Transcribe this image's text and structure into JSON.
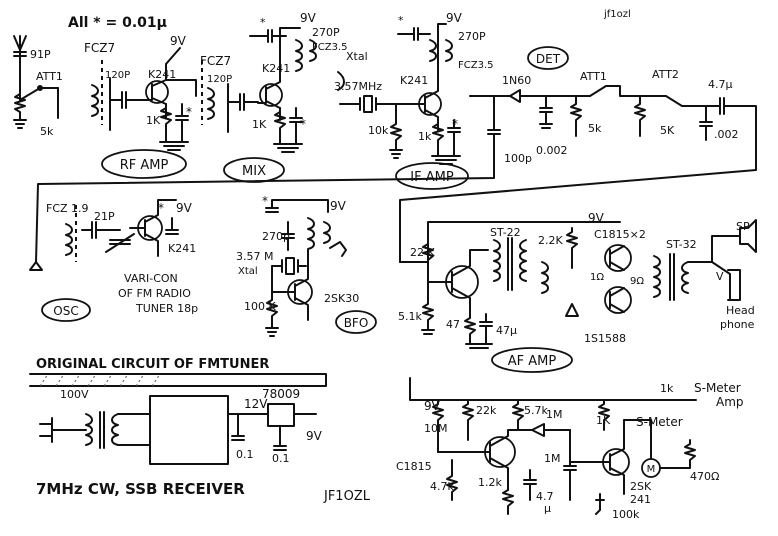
{
  "header": {
    "note": "All * = 0.01μ",
    "callsign_top": "jf1ozl"
  },
  "rf_amp": {
    "block_label": "RF AMP",
    "antenna_cap": "91P",
    "attenuator": "ATT1",
    "atten_res": "5k",
    "coil": "FCZ7",
    "tune_cap": "120P",
    "transistor": "K241",
    "supply": "9V",
    "source_res": "1K",
    "bypass": "*"
  },
  "mixer": {
    "block_label": "MIX",
    "coil": "FCZ7",
    "tune_cap": "120P",
    "transistor": "K241",
    "source_res": "1K",
    "supply": "9V",
    "out_cap": "270P",
    "out_coil": "FCZ3.5",
    "crystal_note": "Xtal",
    "crystal_freq": "3.57MHz"
  },
  "if_amp": {
    "block_label": "IF AMP",
    "gate_res": "10k",
    "transistor": "K241",
    "source_res": "1k",
    "supply": "9V",
    "out_cap": "270P",
    "out_coil": "FCZ3.5"
  },
  "detector": {
    "block_label": "DET",
    "diode": "1N60",
    "cap": "0.002",
    "coupling_cap": "100p",
    "att1": "ATT1",
    "att1_res": "5k",
    "att2": "ATT2",
    "att2_res": "5K",
    "out_cap": "4.7μ",
    "out_cap2": ".002"
  },
  "oscillator": {
    "block_label": "OSC",
    "coil": "FCZ 1.9",
    "cap": "21P",
    "transistor": "K241",
    "supply": "9V",
    "varicon_note": [
      "VARI-CON",
      "OF FM RADIO",
      "TUNER 18p"
    ]
  },
  "bfo": {
    "block_label": "BFO",
    "supply": "9V",
    "cap": "270p",
    "crystal_freq": "3.57 M",
    "crystal_note": "Xtal",
    "gate_res": "100 K",
    "transistor": "2SK30"
  },
  "af_amp": {
    "block_label": "AF AMP",
    "supply": "9V",
    "bias_res_top": "22 K",
    "bias_res_bottom": "5.1k",
    "emitter_res": "47",
    "emitter_cap": "47μ",
    "driver_transformer": "ST-22",
    "bias_res2": "2.2K",
    "output_transistors": "C1815×2",
    "res_a": "1Ω",
    "res_b": "9Ω",
    "diode": "1S1588",
    "output_transformer": "ST-32",
    "speaker": "SP",
    "volume_mark": "V",
    "headphone": [
      "Head",
      "phone"
    ]
  },
  "smeter": {
    "title": [
      "S-Meter",
      "Amp"
    ],
    "supply": "9V",
    "res_10m": "10M",
    "res_22k": "22k",
    "res_57k": "5.7k",
    "res_1m_a": "1M",
    "res_1m_b": "1M",
    "res_1k_a": "1K",
    "res_1k_b": "1k",
    "transistor": "C1815",
    "res_47k": "4.7k",
    "res_12k": "1.2k",
    "cap_47": "4.7",
    "cap_mu": "μ",
    "meter_label": "S-Meter",
    "meter_symbol": "M",
    "res_470": "470Ω",
    "fet": [
      "2SK",
      "241"
    ],
    "pot": "100k"
  },
  "power_supply": {
    "title": "ORIGINAL CIRCUIT OF FMTUNER",
    "mains": "100V",
    "dc_out": "12V",
    "regulator": "78009",
    "cap_in": "0.1",
    "cap_out": "0.1",
    "output": "9V"
  },
  "footer": {
    "receiver_title": "7MHz CW, SSB RECEIVER",
    "signature": "JF1OZL"
  }
}
